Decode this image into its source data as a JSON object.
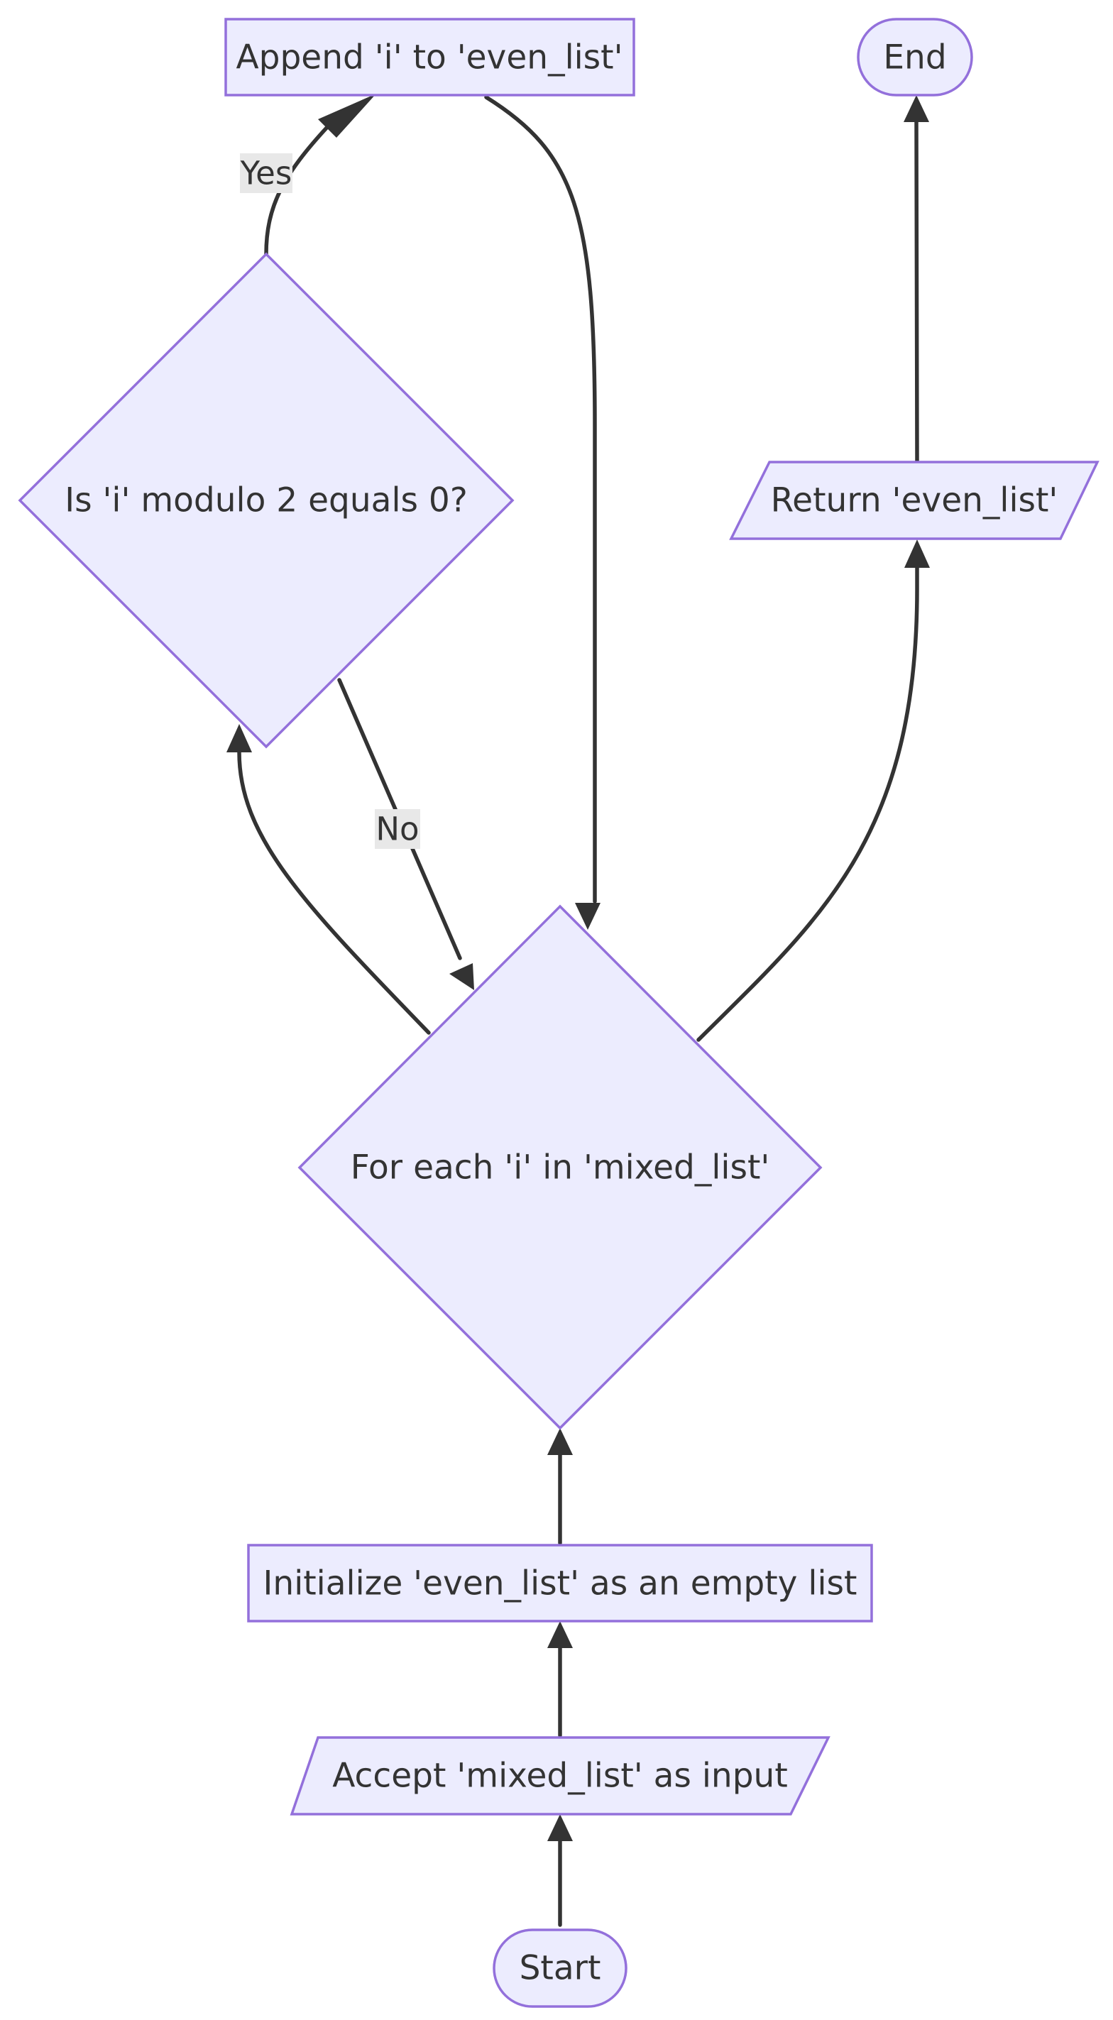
{
  "diagram": {
    "type": "flowchart",
    "nodes": {
      "start": "Start",
      "accept_input": "Accept 'mixed_list' as input",
      "init_list": "Initialize 'even_list' as an empty list",
      "for_each": "For each 'i' in 'mixed_list'",
      "check_even": "Is 'i' modulo 2 equals 0?",
      "append": "Append 'i' to 'even_list'",
      "return_list": "Return 'even_list'",
      "end": "End"
    },
    "edges": [
      {
        "from": "start",
        "to": "accept_input",
        "label": ""
      },
      {
        "from": "accept_input",
        "to": "init_list",
        "label": ""
      },
      {
        "from": "init_list",
        "to": "for_each",
        "label": ""
      },
      {
        "from": "for_each",
        "to": "check_even",
        "label": ""
      },
      {
        "from": "check_even",
        "to": "append",
        "label": "Yes"
      },
      {
        "from": "check_even",
        "to": "for_each",
        "label": "No"
      },
      {
        "from": "append",
        "to": "for_each",
        "label": ""
      },
      {
        "from": "for_each",
        "to": "return_list",
        "label": ""
      },
      {
        "from": "return_list",
        "to": "end",
        "label": ""
      }
    ],
    "edge_labels": {
      "yes": "Yes",
      "no": "No"
    },
    "colors": {
      "node_fill": "#ececfe",
      "node_stroke": "#9370db",
      "edge": "#333333",
      "text": "#333333",
      "edge_label_bg": "#e8e8e8"
    }
  }
}
